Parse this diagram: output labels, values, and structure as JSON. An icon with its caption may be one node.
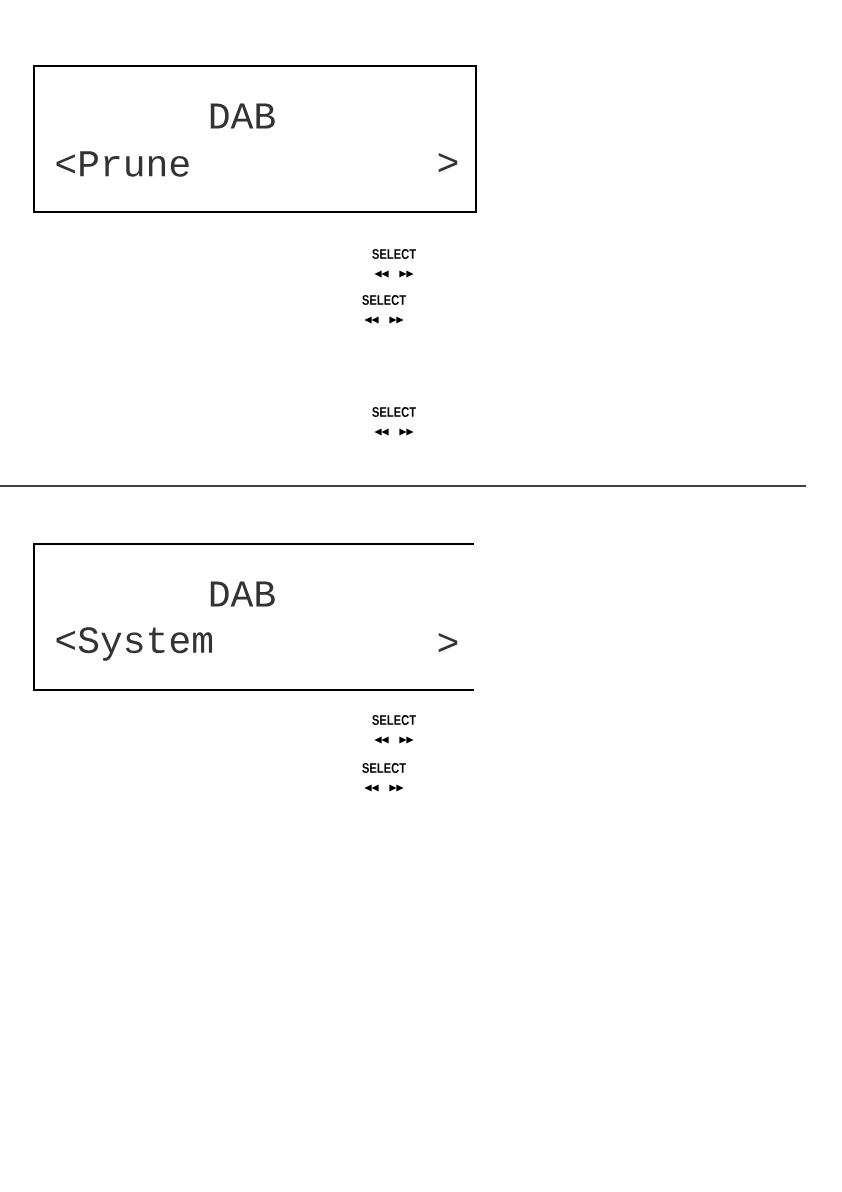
{
  "diagram": {
    "nodes": [
      {
        "text": [
          "DAB",
          "<Prune",
          ">"
        ]
      },
      {
        "text": [
          "DAB",
          "<System",
          ">"
        ]
      }
    ],
    "labels": [
      "SELECT",
      "SELECT",
      "SELECT",
      "SELECT",
      "SELECT"
    ]
  }
}
